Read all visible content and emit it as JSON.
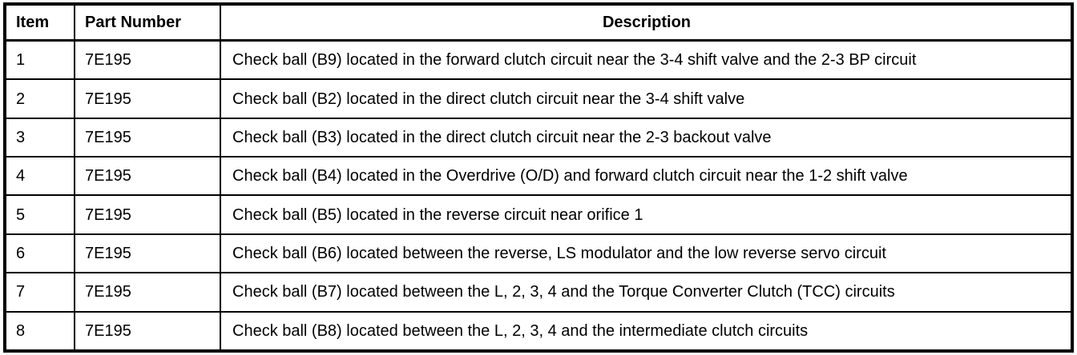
{
  "table": {
    "headers": [
      {
        "label": "Item"
      },
      {
        "label": "Part Number"
      },
      {
        "label": "Description"
      }
    ],
    "rows": [
      {
        "item": "1",
        "part_number": "7E195",
        "description": "Check ball (B9) located in the forward clutch circuit near the 3-4 shift valve and the 2-3 BP circuit"
      },
      {
        "item": "2",
        "part_number": "7E195",
        "description": "Check ball (B2) located in the direct clutch circuit near the 3-4 shift valve"
      },
      {
        "item": "3",
        "part_number": "7E195",
        "description": "Check ball (B3) located in the direct clutch circuit near the 2-3 backout valve"
      },
      {
        "item": "4",
        "part_number": "7E195",
        "description": "Check ball (B4) located in the Overdrive (O/D) and forward clutch circuit near the 1-2 shift valve"
      },
      {
        "item": "5",
        "part_number": "7E195",
        "description": "Check ball (B5) located in the reverse circuit near orifice 1"
      },
      {
        "item": "6",
        "part_number": "7E195",
        "description": "Check ball (B6) located between the reverse, LS modulator and the low reverse servo circuit"
      },
      {
        "item": "7",
        "part_number": "7E195",
        "description": "Check ball (B7) located between the L, 2, 3, 4 and the Torque Converter Clutch (TCC) circuits"
      },
      {
        "item": "8",
        "part_number": "7E195",
        "description": "Check ball (B8) located between the L, 2, 3, 4 and the intermediate clutch circuits"
      }
    ],
    "colors": {
      "border": "#000000",
      "background": "#ffffff",
      "text": "#000000"
    }
  }
}
